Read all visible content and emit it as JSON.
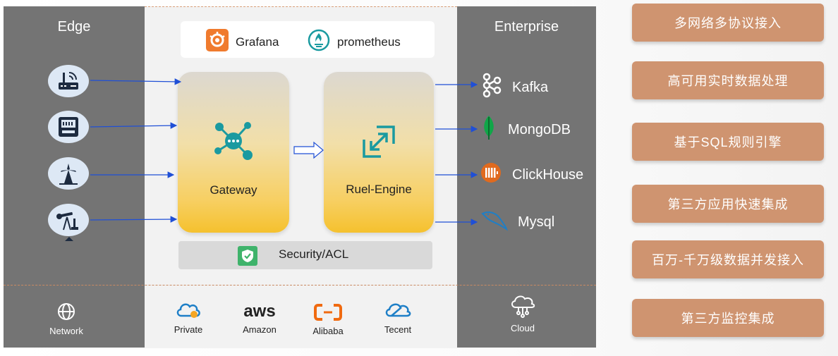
{
  "edge": {
    "title": "Edge",
    "network_label": "Network",
    "devices": [
      "router-icon",
      "meter-icon",
      "wind-turbine-icon",
      "oil-pump-icon"
    ]
  },
  "center": {
    "monitoring": [
      {
        "label": "Grafana",
        "icon": "grafana-icon"
      },
      {
        "label": "prometheus",
        "icon": "prometheus-icon"
      }
    ],
    "gateway_label": "Gateway",
    "engine_label": "Ruel-Engine",
    "security_label": "Security/ACL",
    "clouds": [
      {
        "label": "Private",
        "icon": "private-cloud-icon"
      },
      {
        "label": "Amazon",
        "icon": "aws-icon",
        "logo_text": "aws"
      },
      {
        "label": "Alibaba",
        "icon": "alibaba-icon"
      },
      {
        "label": "Tecent",
        "icon": "tencent-icon"
      }
    ]
  },
  "enterprise": {
    "title": "Enterprise",
    "targets": [
      {
        "label": "Kafka"
      },
      {
        "label": "MongoDB"
      },
      {
        "label": "ClickHouse"
      },
      {
        "label": "Mysql"
      }
    ],
    "cloud_label": "Cloud"
  },
  "features": [
    "多网络多协议接入",
    "高可用实时数据处理",
    "基于SQL规则引擎",
    "第三方应用快速集成",
    "百万-千万级数据并发接入",
    "第三方监控集成"
  ],
  "colors": {
    "panel_gray": "#747474",
    "center_bg": "#f2f2f2",
    "feature_bg": "#cf9470",
    "arrow": "#1f4fd6",
    "accent_teal": "#1a9aa0"
  }
}
